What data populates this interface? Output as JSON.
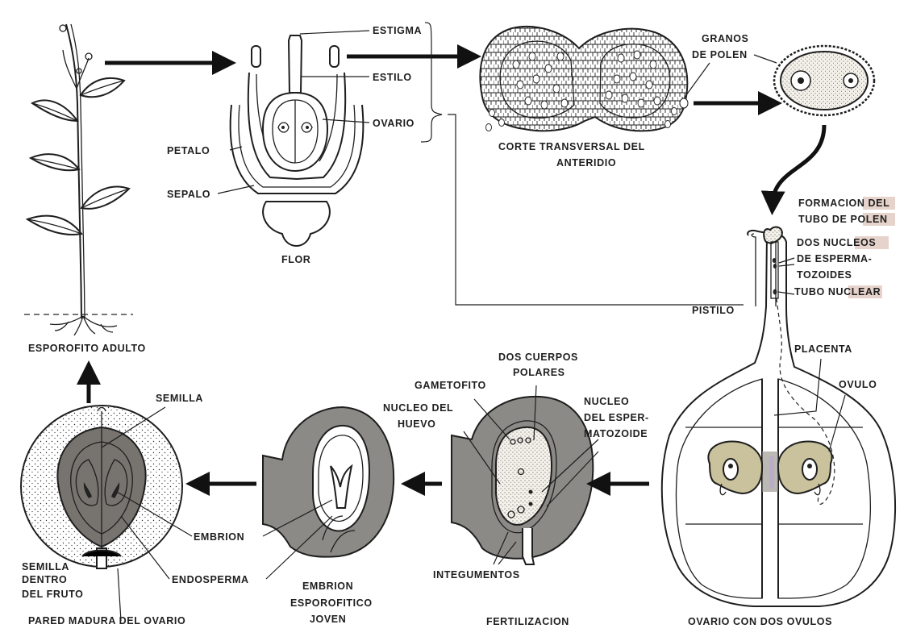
{
  "colors": {
    "ink": "#1e1e1e",
    "paper": "#ffffff",
    "tissue_gray": "#8c8a86",
    "tissue_dark": "#6f6c68",
    "ovule_tan": "#c9c29c",
    "ovule_gray": "#8f8b84",
    "pollen_fill": "#e8e2d4",
    "highlight": "#e6d3cb"
  },
  "labels": {
    "esporofito_adulto": "ESPOROFITO ADULTO",
    "estigma": "ESTIGMA",
    "estilo": "ESTILO",
    "ovario": "OVARIO",
    "petalo": "PETALO",
    "sepalo": "SEPALO",
    "flor": "FLOR",
    "corte_line1": "CORTE TRANSVERSAL DEL",
    "corte_line2": "ANTERIDIO",
    "granos_line1": "GRANOS",
    "granos_line2": "DE POLEN",
    "formacion_line1": "FORMACION DEL",
    "formacion_line2": "TUBO DE POLEN",
    "dos_nucleos_line1": "DOS NUCLEOS",
    "dos_nucleos_line2": "DE ESPERMA-",
    "dos_nucleos_line3": "TOZOIDES",
    "tubo_nuclear": "TUBO NUCLEAR",
    "pistilo": "PISTILO",
    "placenta": "PLACENTA",
    "ovulo": "OVULO",
    "ovario_dos_ovulos": "OVARIO CON DOS OVULOS",
    "dos_cuerpos_line1": "DOS CUERPOS",
    "dos_cuerpos_line2": "POLARES",
    "gametofito": "GAMETOFITO",
    "nucleo_huevo_line1": "NUCLEO DEL",
    "nucleo_huevo_line2": "HUEVO",
    "nucleo_esperm_line1": "NUCLEO",
    "nucleo_esperm_line2": "DEL ESPER-",
    "nucleo_esperm_line3": "MATOZOIDE",
    "integumentos": "INTEGUMENTOS",
    "fertilizacion": "FERTILIZACION",
    "embrion_esp_line1": "EMBRION",
    "embrion_esp_line2": "ESPOROFITICO",
    "embrion_esp_line3": "JOVEN",
    "semilla": "SEMILLA",
    "embrion": "EMBRION",
    "endosperma": "ENDOSPERMA",
    "semilla_fruto_line1": "SEMILLA",
    "semilla_fruto_line2": "DENTRO",
    "semilla_fruto_line3": "DEL FRUTO",
    "pared_madura": "PARED MADURA DEL OVARIO"
  },
  "icons": {
    "plant": "adult-sporophyte-plant",
    "flower": "flower-cross-section",
    "anther": "anther-cross-section",
    "pollen": "pollen-grain",
    "pistil": "pistil-with-pollen-tube",
    "fertilization": "ovule-fertilization",
    "young_embryo": "young-sporophyte-embryo",
    "fruit": "seed-inside-fruit"
  }
}
